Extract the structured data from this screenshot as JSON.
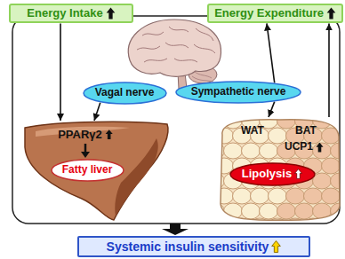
{
  "diagram": {
    "nodes": [
      {
        "text": [
          "Energy Intake"
        ]
      },
      {
        "text": [
          "Energy Expenditure"
        ]
      },
      {
        "text": [
          "Vagal nerve"
        ]
      },
      {
        "text": [
          "Sympathetic nerve"
        ]
      },
      {
        "text": [
          "PPARγ2"
        ]
      },
      {
        "text": [
          "Fatty liver"
        ],
        "in": 4
      },
      {
        "text": [
          "WAT",
          "BAT",
          "UCP1"
        ]
      },
      {
        "text": [
          "Lipolysis"
        ],
        "in": 6
      },
      {
        "text": [
          "Systemic insulin sensitivity"
        ]
      }
    ],
    "edges": [
      {
        "from": 0,
        "to": 4,
        "arrow": "to"
      },
      {
        "from": 2,
        "to": 4,
        "arrow": "to"
      },
      {
        "from": 3,
        "to": 1,
        "arrow": "to"
      },
      {
        "from": 3,
        "to": 6,
        "arrow": "to"
      },
      {
        "from": 6,
        "to": 1,
        "arrow": "to"
      }
    ]
  }
}
